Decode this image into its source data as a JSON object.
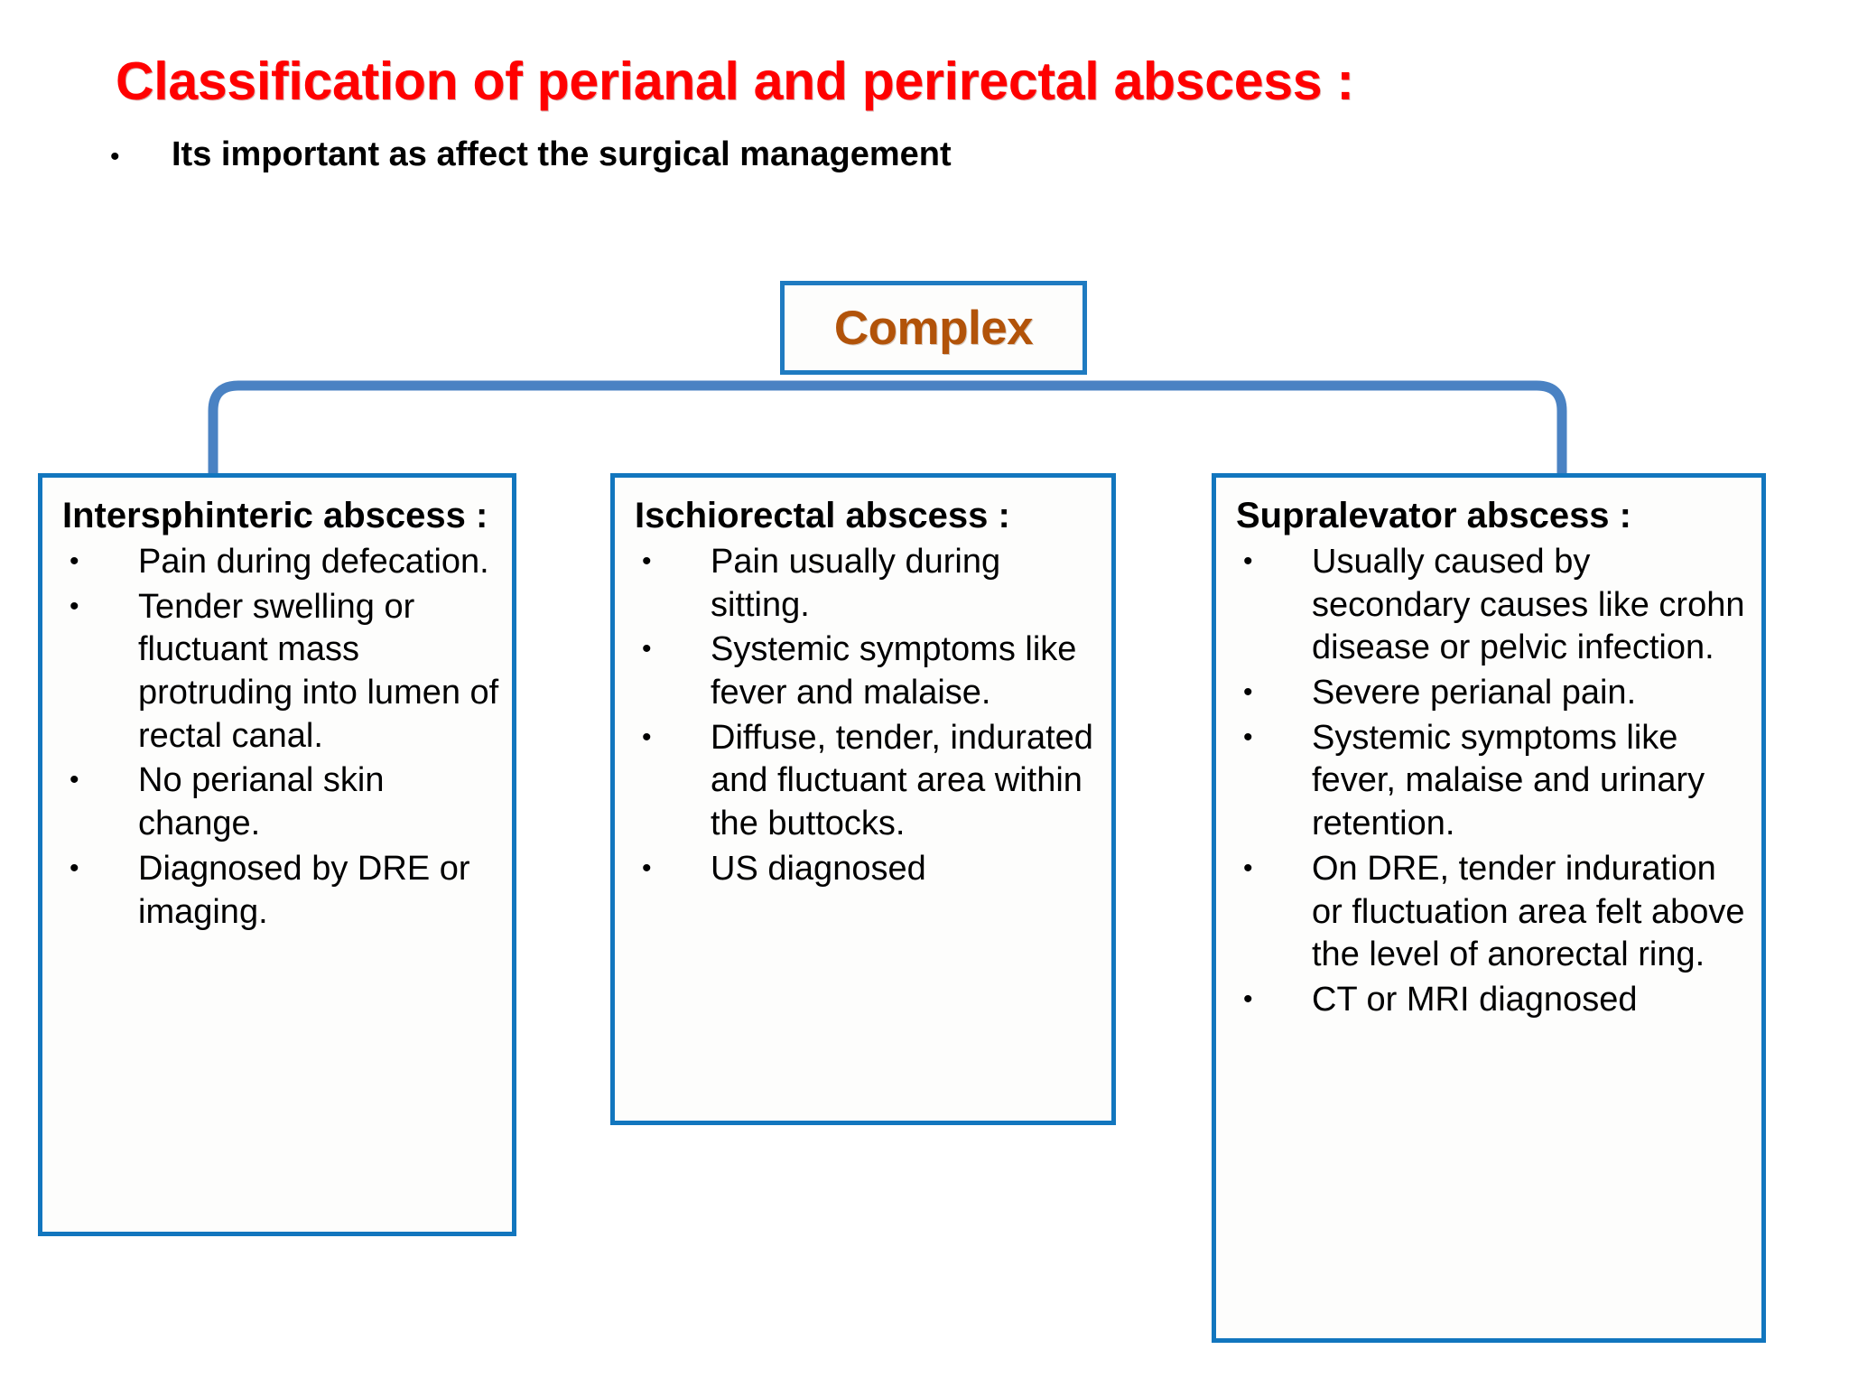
{
  "slide": {
    "title": "Classification of perianal and perirectal abscess :",
    "title_color": "#FF0000",
    "subtitle_bullet": "•",
    "subtitle": "Its important as affect the surgical management",
    "background_color": "#FFFFFF"
  },
  "diagram": {
    "accent_color": "#1276BE",
    "connector_color": "#4A82C3",
    "root": {
      "label": "Complex",
      "text_color": "#B25309",
      "border_color": "#1F7BC1"
    },
    "bullet_glyph": "•",
    "nodes": [
      {
        "id": "intersphincteric",
        "heading": "Intersphinteric abscess :",
        "items": [
          "Pain during defecation.",
          "Tender swelling or fluctuant mass protruding into lumen of rectal canal.",
          "No perianal skin change.",
          "Diagnosed by DRE or imaging."
        ]
      },
      {
        "id": "ischiorectal",
        "heading": "Ischiorectal abscess :",
        "items": [
          "Pain usually during sitting.",
          "Systemic symptoms like fever and malaise.",
          "Diffuse, tender, indurated and fluctuant area within the buttocks.",
          "US diagnosed"
        ]
      },
      {
        "id": "supralevator",
        "heading": "Supralevator abscess :",
        "items": [
          "Usually caused by secondary causes like crohn disease or pelvic infection.",
          "Severe perianal pain.",
          "Systemic symptoms like fever, malaise and urinary retention.",
          "On DRE, tender induration or fluctuation area felt above the level of anorectal ring.",
          "CT or MRI diagnosed"
        ]
      }
    ]
  }
}
